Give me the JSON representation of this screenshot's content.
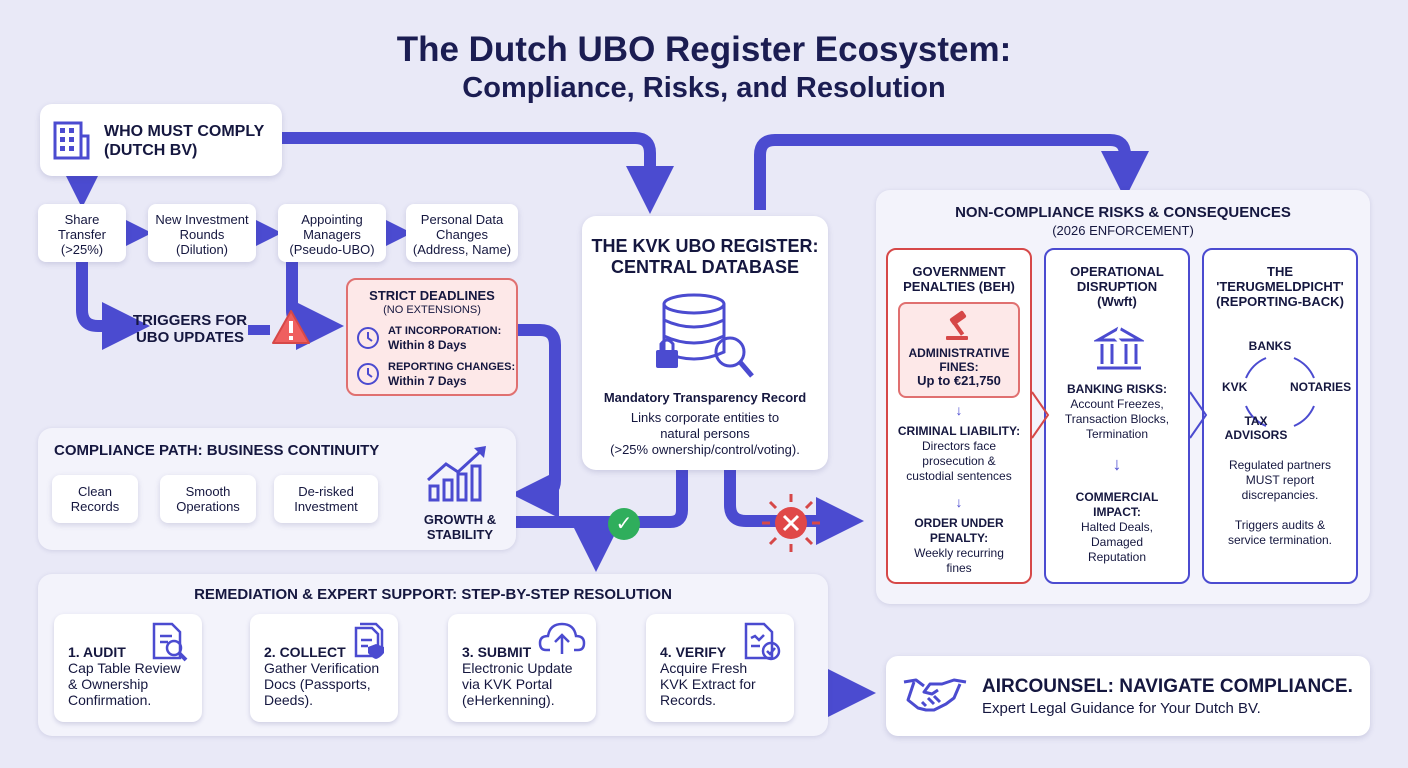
{
  "title": {
    "line1": "The Dutch UBO Register Ecosystem:",
    "line2": "Compliance, Risks, and Resolution"
  },
  "who": {
    "line1": "WHO MUST COMPLY",
    "line2": "(DUTCH BV)",
    "icon": "building-icon"
  },
  "triggers": {
    "items": [
      [
        "Share",
        "Transfer",
        "(>25%)"
      ],
      [
        "New Investment",
        "Rounds",
        "(Dilution)"
      ],
      [
        "Appointing",
        "Managers",
        "(Pseudo-UBO)"
      ],
      [
        "Personal Data",
        "Changes",
        "(Address, Name)"
      ]
    ],
    "label": [
      "TRIGGERS FOR",
      "UBO UPDATES"
    ]
  },
  "deadlines": {
    "title": "STRICT DEADLINES",
    "subtitle": "(NO EXTENSIONS)",
    "items": [
      {
        "label": "AT INCORPORATION:",
        "value": "Within 8 Days"
      },
      {
        "label": "REPORTING CHANGES:",
        "value": "Within 7 Days"
      }
    ]
  },
  "register": {
    "title1": "THE KVK UBO REGISTER:",
    "title2": "CENTRAL DATABASE",
    "record": "Mandatory Transparency Record",
    "desc": [
      "Links corporate entities to",
      "natural persons",
      "(>25% ownership/control/voting)."
    ]
  },
  "continuity": {
    "title": "COMPLIANCE PATH: BUSINESS CONTINUITY",
    "items": [
      [
        "Clean",
        "Records"
      ],
      [
        "Smooth",
        "Operations"
      ],
      [
        "De-risked",
        "Investment"
      ]
    ],
    "growth": [
      "GROWTH &",
      "STABILITY"
    ]
  },
  "risks": {
    "title": "NON-COMPLIANCE RISKS & CONSEQUENCES",
    "subtitle": "(2026 ENFORCEMENT)",
    "government": {
      "title": [
        "GOVERNMENT",
        "PENALTIES (BEH)"
      ],
      "fines_label": [
        "ADMINISTRATIVE",
        "FINES:"
      ],
      "fines_value": "Up to €21,750",
      "criminal": [
        "CRIMINAL LIABILITY:",
        "Directors face",
        "prosecution &",
        "custodial sentences"
      ],
      "order": [
        "ORDER UNDER",
        "PENALTY:",
        "Weekly recurring",
        "fines"
      ]
    },
    "operational": {
      "title": [
        "OPERATIONAL",
        "DISRUPTION",
        "(Wwft)"
      ],
      "banking": [
        "BANKING RISKS:",
        "Account Freezes,",
        "Transaction Blocks,",
        "Termination"
      ],
      "commercial": [
        "COMMERCIAL",
        "IMPACT:",
        "Halted Deals,",
        "Damaged",
        "Reputation"
      ]
    },
    "reporting": {
      "title": [
        "THE",
        "'TERUGMELDPICHT'",
        "(REPORTING-BACK)"
      ],
      "cycle": {
        "top": "BANKS",
        "left": "KVK",
        "right": "NOTARIES",
        "bottom1": "TAX",
        "bottom2": "ADVISORS"
      },
      "text1": [
        "Regulated partners",
        "MUST report",
        "discrepancies."
      ],
      "text2": [
        "Triggers audits &",
        "service termination."
      ]
    }
  },
  "remediation": {
    "title": "REMEDIATION & EXPERT SUPPORT: STEP-BY-STEP RESOLUTION",
    "steps": [
      {
        "head": "1. AUDIT",
        "lines": [
          "Cap Table Review",
          "& Ownership",
          "Confirmation."
        ]
      },
      {
        "head": "2. COLLECT",
        "lines": [
          "Gather Verification",
          "Docs (Passports,",
          "Deeds)."
        ]
      },
      {
        "head": "3. SUBMIT",
        "lines": [
          "Electronic Update",
          "via KVK Portal",
          "(eHerkenning)."
        ]
      },
      {
        "head": "4. VERIFY",
        "lines": [
          "Acquire Fresh",
          "KVK Extract for",
          "Records."
        ]
      }
    ]
  },
  "aircounsel": {
    "title": "AIRCOUNSEL: NAVIGATE COMPLIANCE.",
    "subtitle": "Expert Legal Guidance for Your Dutch BV."
  },
  "colors": {
    "accent": "#4b4bd0",
    "danger": "#d64848",
    "success": "#2fae5c",
    "navy": "#1b1d52"
  }
}
